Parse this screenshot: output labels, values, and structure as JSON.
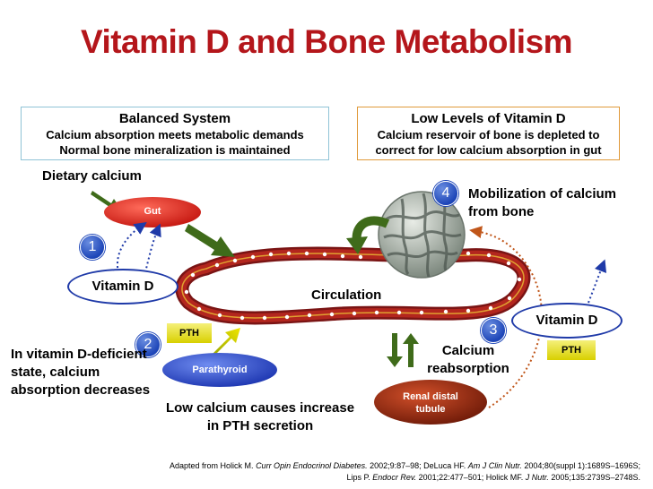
{
  "title": "Vitamin D and Bone Metabolism",
  "balanced": {
    "heading": "Balanced System",
    "line1": "Calcium absorption meets metabolic demands",
    "line2": "Normal bone mineralization is maintained"
  },
  "low": {
    "heading": "Low Levels of Vitamin D",
    "line1": "Calcium reservoir of bone is depleted to",
    "line2": "correct for low calcium absorption in gut"
  },
  "labels": {
    "dietary_calcium": "Dietary calcium",
    "gut": "Gut",
    "vitamin_d_left": "Vitamin D",
    "vitamin_d_right": "Vitamin D",
    "circulation": "Circulation",
    "mobilization": "Mobilization of calcium from bone",
    "calcium_reabsorption": "Calcium reabsorption",
    "renal": "Renal distal tubule",
    "parathyroid": "Parathyroid",
    "pth_left": "PTH",
    "pth_right": "PTH",
    "deficient": "In vitamin D-deficient state, calcium absorption decreases",
    "low_calcium": "Low calcium causes increase in PTH secretion"
  },
  "steps": {
    "one": "1",
    "two": "2",
    "three": "3",
    "four": "4"
  },
  "citation": {
    "line1_prefix": "Adapted from  Holick M. ",
    "line1_journal1": "Curr Opin Endocrinol Diabetes.",
    "line1_mid": " 2002;9:87–98; DeLuca HF. ",
    "line1_journal2": "Am J Clin Nutr.",
    "line1_end": " 2004;80(suppl 1):1689S–1696S;",
    "line2_prefix": "Lips P. ",
    "line2_journal1": "Endocr Rev.",
    "line2_mid": " 2001;22:477–501; Holick MF. ",
    "line2_journal2": "J Nutr.",
    "line2_end": " 2005;135:2739S–2748S."
  },
  "colors": {
    "title": "#b4161b",
    "vessel": "#8a1a1a",
    "gut": "#e0261c",
    "parathyroid": "#2a48c8",
    "renal": "#9b2a10",
    "arrow_green": "#3f6b1a",
    "dotted_blue": "#1f3aa8",
    "dotted_orange": "#c0561a"
  }
}
